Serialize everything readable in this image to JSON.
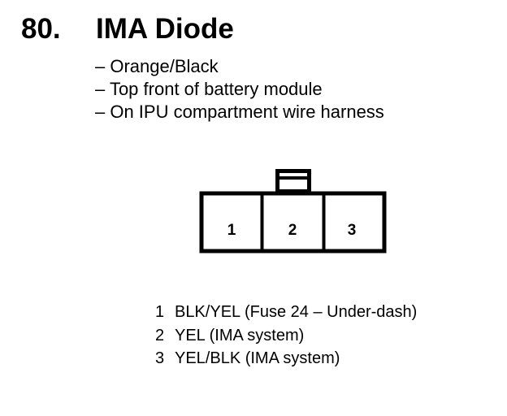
{
  "heading": {
    "number": "80.",
    "title": "IMA Diode"
  },
  "details": [
    "– Orange/Black",
    "– Top front of battery module",
    "– On IPU compartment wire harness"
  ],
  "connector": {
    "pins": [
      "1",
      "2",
      "3"
    ]
  },
  "pinout": [
    {
      "pin": "1",
      "desc": "BLK/YEL (Fuse 24 – Under-dash)"
    },
    {
      "pin": "2",
      "desc": "YEL (IMA system)"
    },
    {
      "pin": "3",
      "desc": "YEL/BLK (IMA system)"
    }
  ]
}
